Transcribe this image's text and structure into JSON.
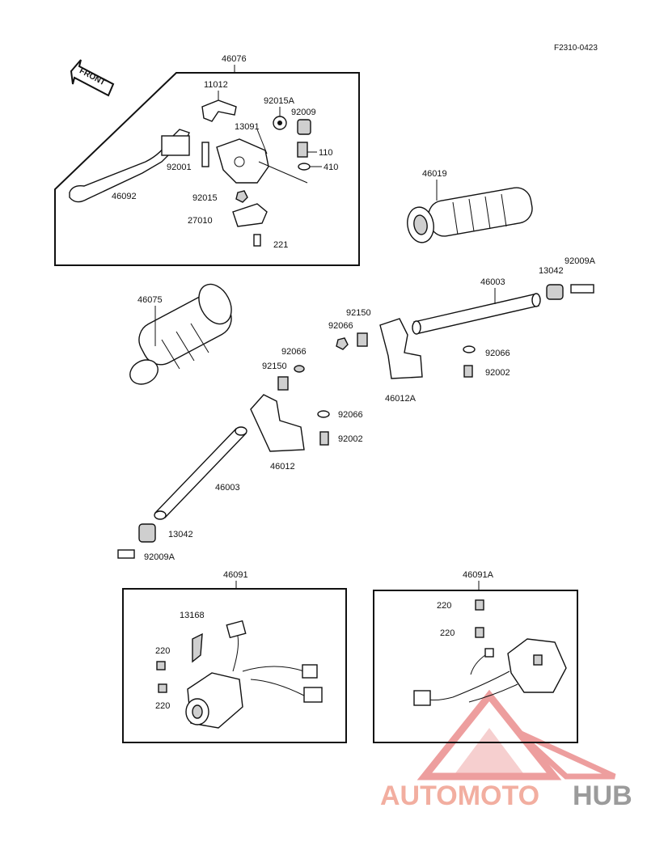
{
  "code": "F2310-0423",
  "front_label": "FRONT",
  "labels": {
    "l46076": "46076",
    "l11012": "11012",
    "l92015A": "92015A",
    "l92009a": "92009",
    "l13091": "13091",
    "l110": "110",
    "l410": "410",
    "l92001": "92001",
    "l92015": "92015",
    "l27010": "27010",
    "l221": "221",
    "l46092": "46092",
    "l46019": "46019",
    "l46075": "46075",
    "l46003a": "46003",
    "l13042a": "13042",
    "l92009Aa": "92009A",
    "l92150a": "92150",
    "l92066a": "92066",
    "l92066b": "92066",
    "l92002a": "92002",
    "l46012A": "46012A",
    "l92066c": "92066",
    "l92150b": "92150",
    "l92066d": "92066",
    "l92002b": "92002",
    "l46012": "46012",
    "l46003b": "46003",
    "l13042b": "13042",
    "l92009Ab": "92009A",
    "l46091": "46091",
    "l13168": "13168",
    "l220a": "220",
    "l220b": "220",
    "l46091A": "46091A",
    "l220c": "220",
    "l220d": "220"
  },
  "watermark": {
    "part1": "AUTOMOTO",
    "part2": "HUB",
    "color1": "#f0a090",
    "color2": "#8a8a8a",
    "tri_color": "#e05050"
  }
}
